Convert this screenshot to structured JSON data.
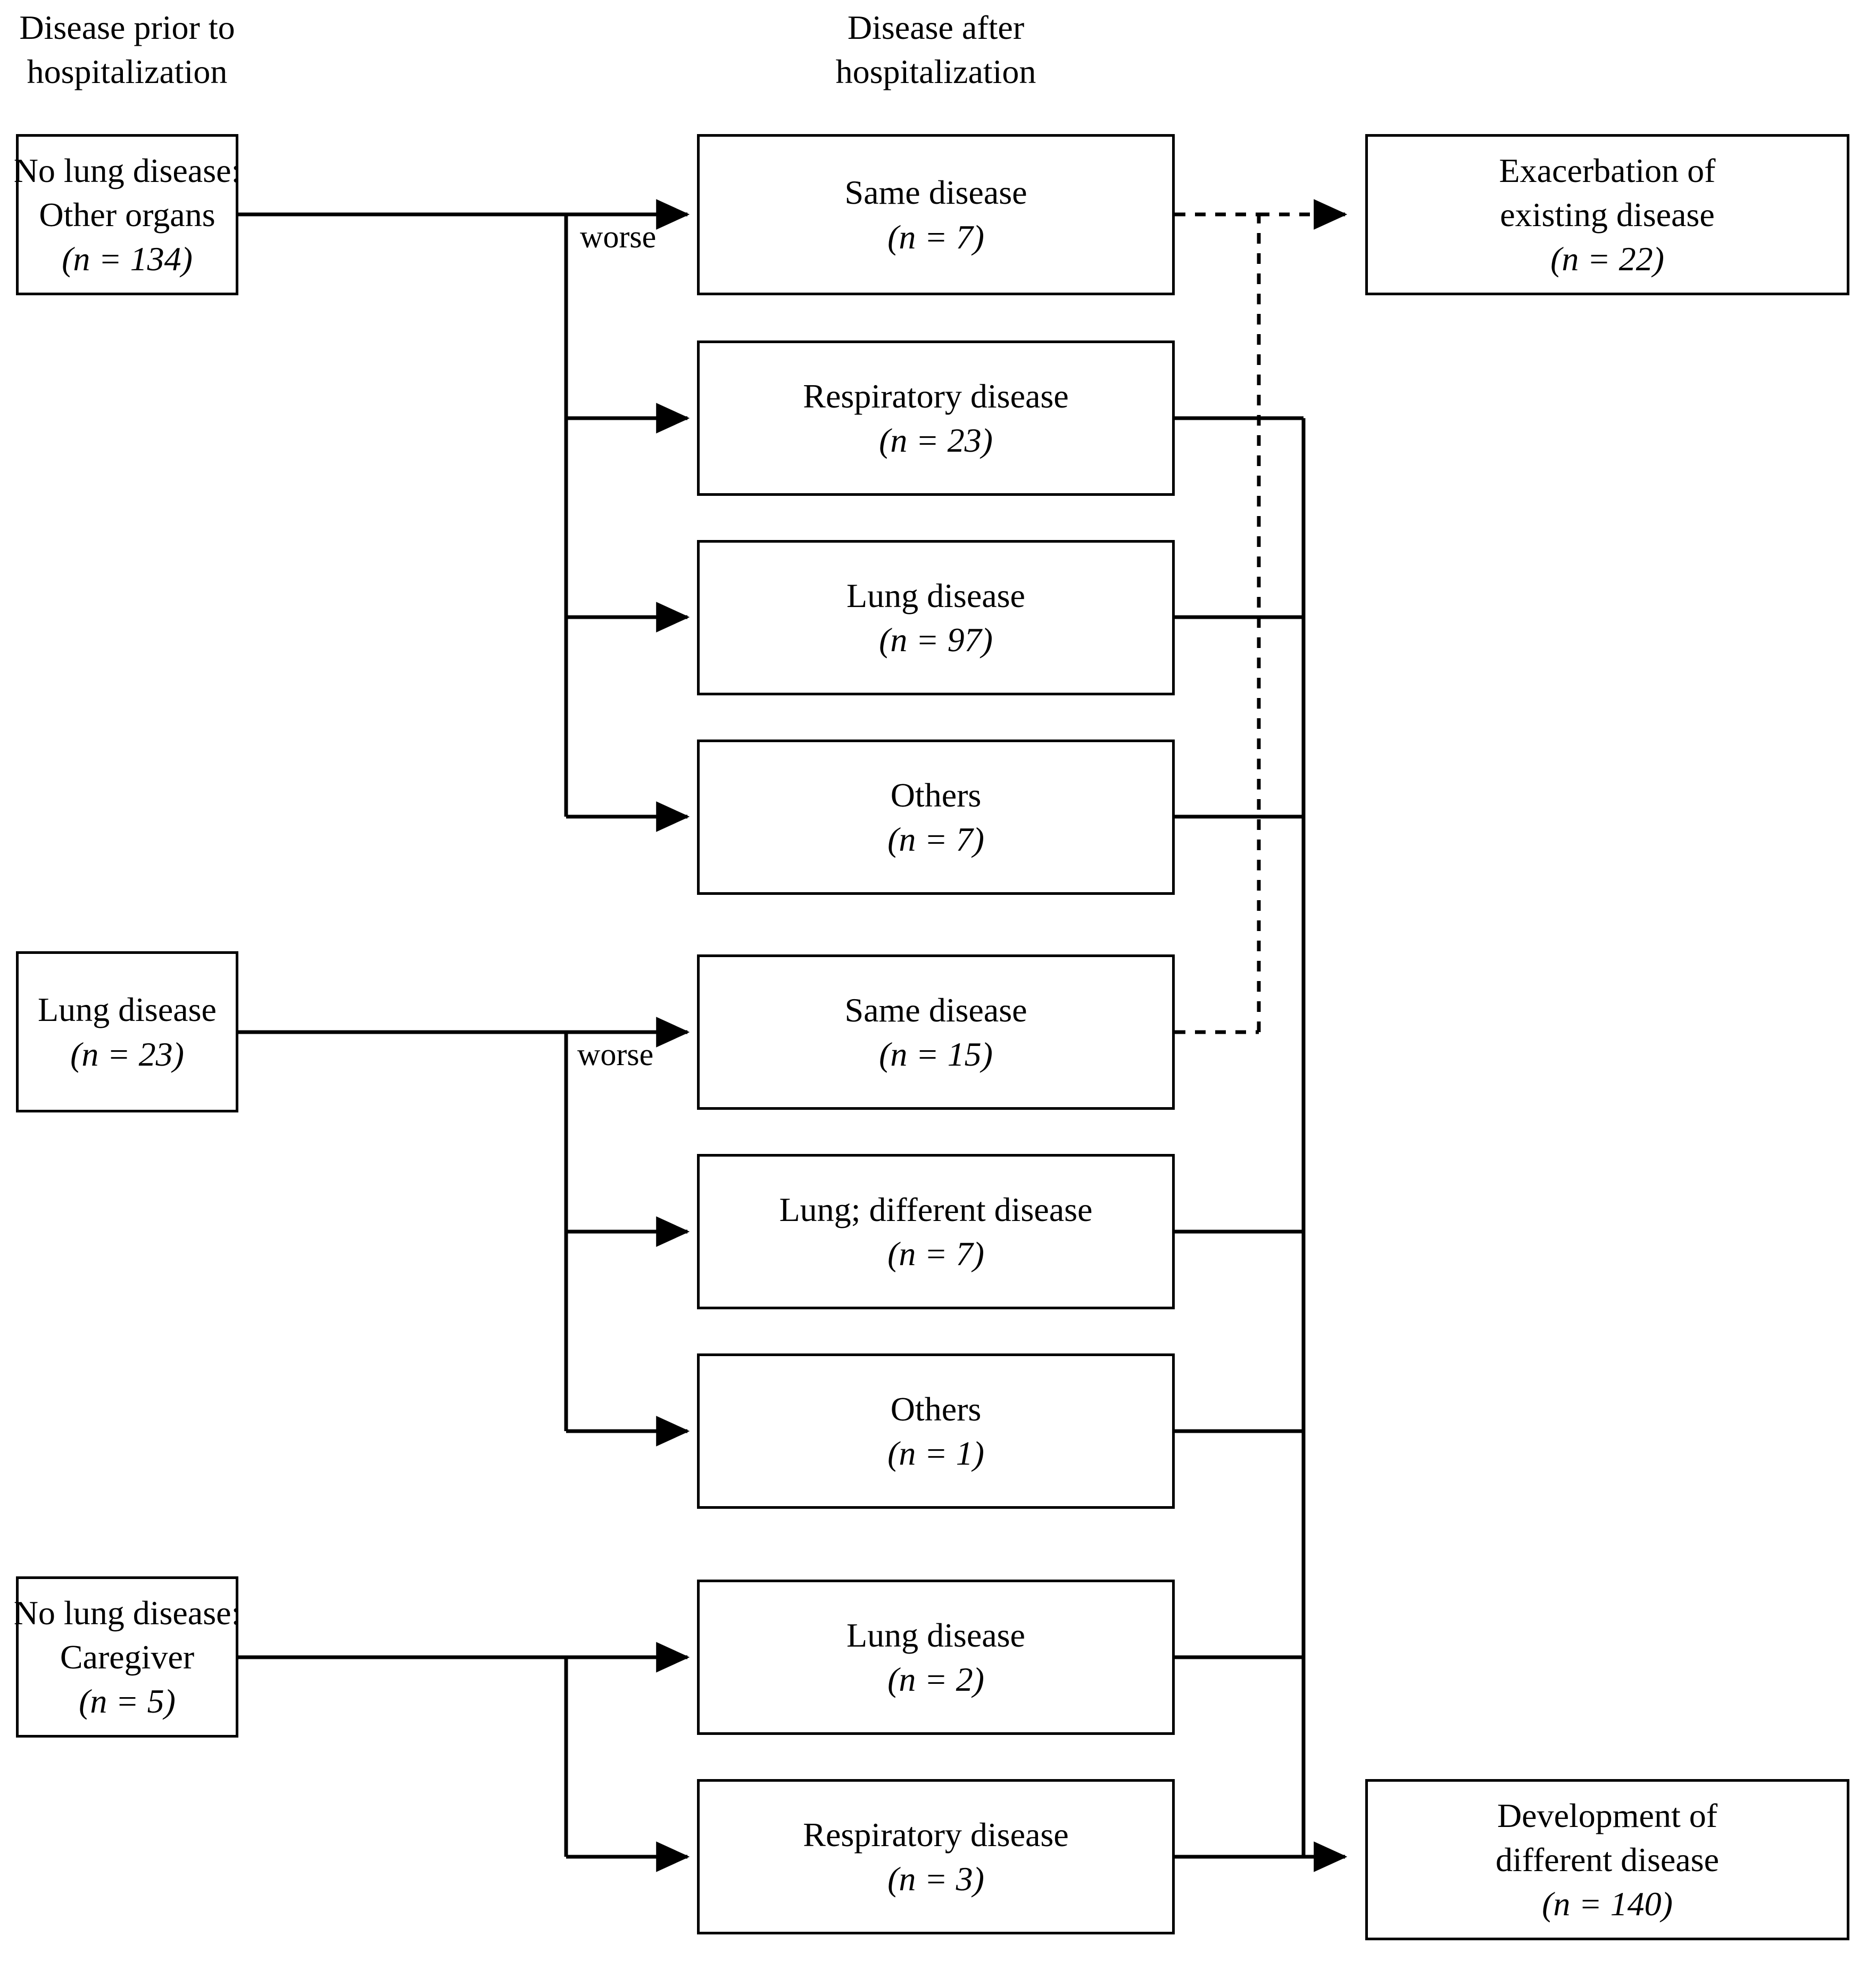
{
  "figure": {
    "type": "flowchart",
    "orientation": "left-to-right",
    "background": "#ffffff",
    "line_color": "#000000"
  },
  "columns": [
    {
      "id": "col-prior",
      "header": "Disease prior to\nhospitalization"
    },
    {
      "id": "col-after",
      "header": "Disease after\nhospitalization"
    },
    {
      "id": "col-outcome",
      "header": ""
    }
  ],
  "nodes": {
    "prior_other_organs": {
      "line1": "No lung disease:",
      "line2": "Other organs",
      "line3": "(n = 134)",
      "n": 134
    },
    "prior_lung_disease": {
      "line1": "Lung disease",
      "line2": "(n = 23)",
      "n": 23
    },
    "prior_caregiver": {
      "line1": "No lung disease:",
      "line2": "Caregiver",
      "line3": "(n = 5)",
      "n": 5
    },
    "after_same_7": {
      "line1": "Same disease",
      "line2": "(n = 7)",
      "n": 7
    },
    "after_resp_23": {
      "line1": "Respiratory disease",
      "line2": "(n = 23)",
      "n": 23
    },
    "after_lung_97": {
      "line1": "Lung disease",
      "line2": "(n = 97)",
      "n": 97
    },
    "after_others_7": {
      "line1": "Others",
      "line2": "(n = 7)",
      "n": 7
    },
    "after_same_15": {
      "line1": "Same disease",
      "line2": "(n = 15)",
      "n": 15
    },
    "after_lung_diff_7": {
      "line1": "Lung; different disease",
      "line2": "(n = 7)",
      "n": 7
    },
    "after_others_1": {
      "line1": "Others",
      "line2": "(n = 1)",
      "n": 1
    },
    "after_lung_2": {
      "line1": "Lung disease",
      "line2": "(n = 2)",
      "n": 2
    },
    "after_resp_3": {
      "line1": "Respiratory disease",
      "line2": "(n = 3)",
      "n": 3
    },
    "outcome_exacerbation": {
      "line1": "Exacerbation of",
      "line2": "existing disease",
      "line3": "(n = 22)",
      "n": 22
    },
    "outcome_development": {
      "line1": "Development of",
      "line2": "different disease",
      "line3": "(n = 140)",
      "n": 140
    }
  },
  "edge_labels": {
    "worse_top": "worse",
    "worse_mid": "worse"
  }
}
